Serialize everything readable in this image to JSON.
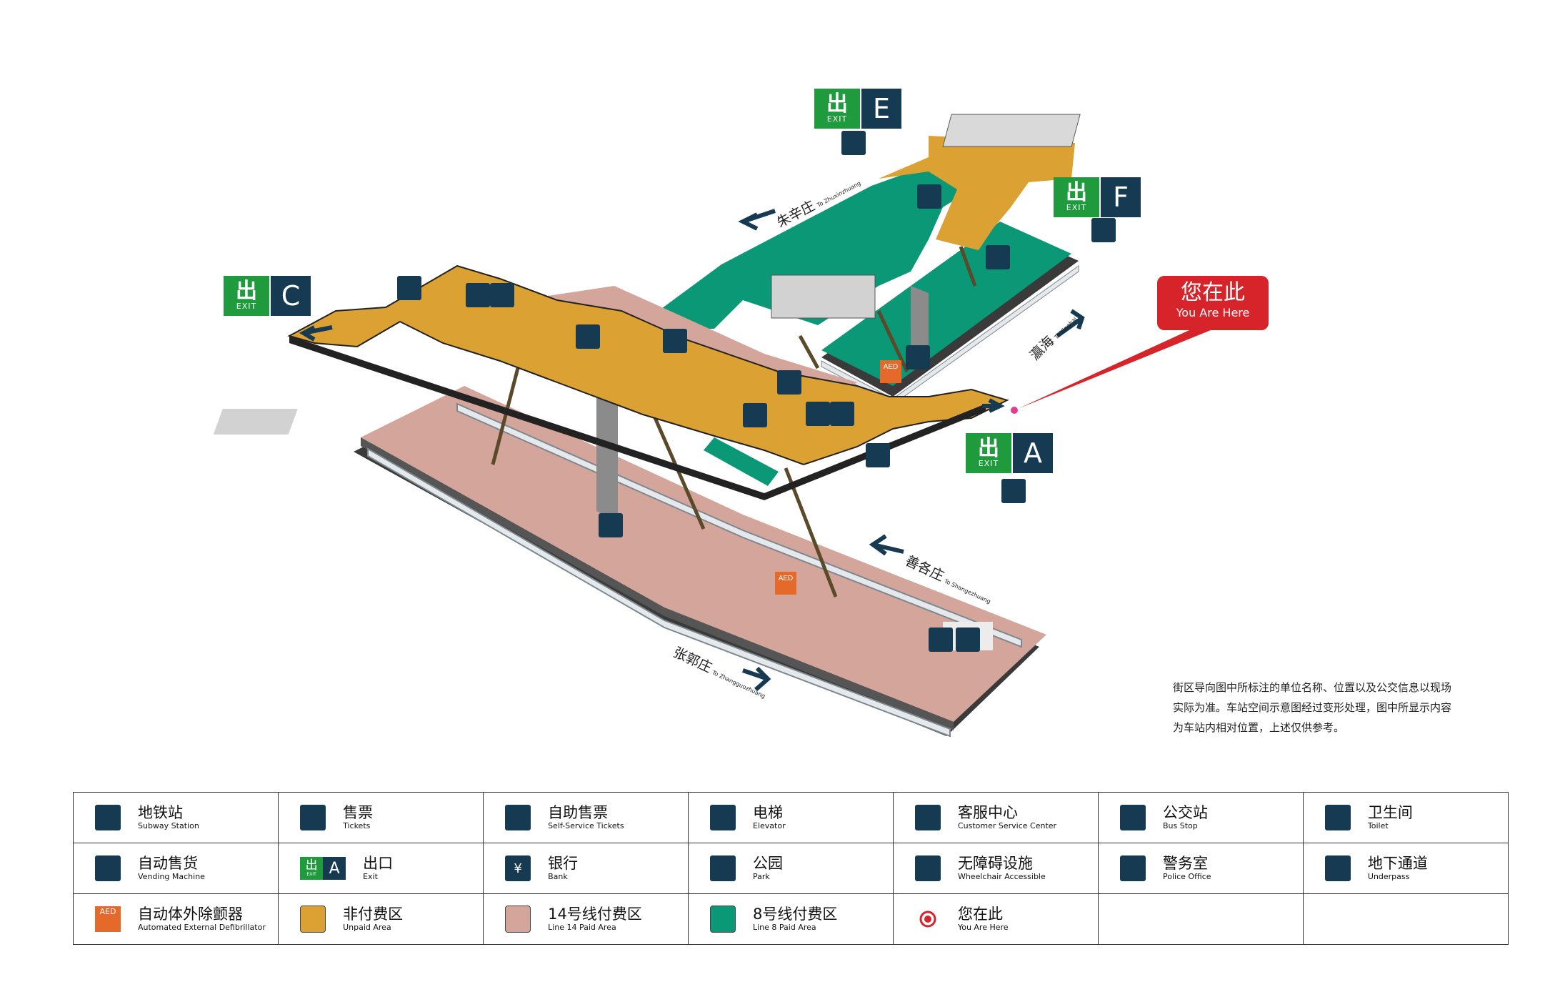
{
  "exits": [
    {
      "id": "E",
      "glyph": "出",
      "word": "EXIT"
    },
    {
      "id": "F",
      "glyph": "出",
      "word": "EXIT"
    },
    {
      "id": "C",
      "glyph": "出",
      "word": "EXIT"
    },
    {
      "id": "A",
      "glyph": "出",
      "word": "EXIT"
    }
  ],
  "directions": [
    {
      "zh": "朱辛庄",
      "en": "To Zhuxinzhuang"
    },
    {
      "zh": "瀛海",
      "en": "To Yinghai"
    },
    {
      "zh": "善各庄",
      "en": "To Shangezhuang"
    },
    {
      "zh": "张郭庄",
      "en": "To Zhangguozhuang"
    }
  ],
  "you_are_here": {
    "zh": "您在此",
    "en": "You Are Here"
  },
  "aed_text": "AED",
  "disclaimer": [
    "街区导向图中所标注的单位名称、位置以及公交信息以现场",
    "实际为准。车站空间示意图经过变形处理，图中所显示内容",
    "为车站内相对位置，上述仅供参考。"
  ],
  "colors": {
    "unpaid": "#dca133",
    "line14_paid": "#d4a59a",
    "line8_paid": "#0a9876",
    "navy": "#163a52",
    "exit_green": "#1f9a3c",
    "you_red": "#d6242a",
    "aed_orange": "#e4692b"
  },
  "legend": [
    [
      {
        "icon": "subway-station-icon",
        "zh": "地铁站",
        "en": "Subway Station"
      },
      {
        "icon": "tickets-icon",
        "zh": "售票",
        "en": "Tickets"
      },
      {
        "icon": "self-service-tickets-icon",
        "zh": "自助售票",
        "en": "Self-Service Tickets"
      },
      {
        "icon": "elevator-icon",
        "zh": "电梯",
        "en": "Elevator"
      },
      {
        "icon": "customer-service-icon",
        "zh": "客服中心",
        "en": "Customer Service Center"
      },
      {
        "icon": "bus-stop-icon",
        "zh": "公交站",
        "en": "Bus Stop"
      },
      {
        "icon": "toilet-icon",
        "zh": "卫生间",
        "en": "Toilet"
      }
    ],
    [
      {
        "icon": "vending-machine-icon",
        "zh": "自动售货",
        "en": "Vending Machine"
      },
      {
        "icon": "exit-icon",
        "zh": "出口",
        "en": "Exit",
        "sign_glyph": "出",
        "sign_word": "EXIT",
        "sign_letter": "A"
      },
      {
        "icon": "bank-icon",
        "zh": "银行",
        "en": "Bank",
        "sign_glyph": "¥"
      },
      {
        "icon": "park-icon",
        "zh": "公园",
        "en": "Park"
      },
      {
        "icon": "wheelchair-icon",
        "zh": "无障碍设施",
        "en": "Wheelchair Accessible"
      },
      {
        "icon": "police-office-icon",
        "zh": "警务室",
        "en": "Police Office"
      },
      {
        "icon": "underpass-icon",
        "zh": "地下通道",
        "en": "Underpass"
      }
    ],
    [
      {
        "icon": "aed-icon",
        "zh": "自动体外除颤器",
        "en": "Automated External Defibrillator",
        "sign_glyph": "AED"
      },
      {
        "icon": "unpaid-area-swatch",
        "zh": "非付费区",
        "en": "Unpaid Area"
      },
      {
        "icon": "line14-paid-area-swatch",
        "zh": "14号线付费区",
        "en": "Line 14 Paid Area"
      },
      {
        "icon": "line8-paid-area-swatch",
        "zh": "8号线付费区",
        "en": "Line 8 Paid Area"
      },
      {
        "icon": "you-are-here-icon",
        "zh": "您在此",
        "en": "You Are Here"
      },
      {
        "icon": "",
        "zh": "",
        "en": ""
      },
      {
        "icon": "",
        "zh": "",
        "en": ""
      }
    ]
  ]
}
